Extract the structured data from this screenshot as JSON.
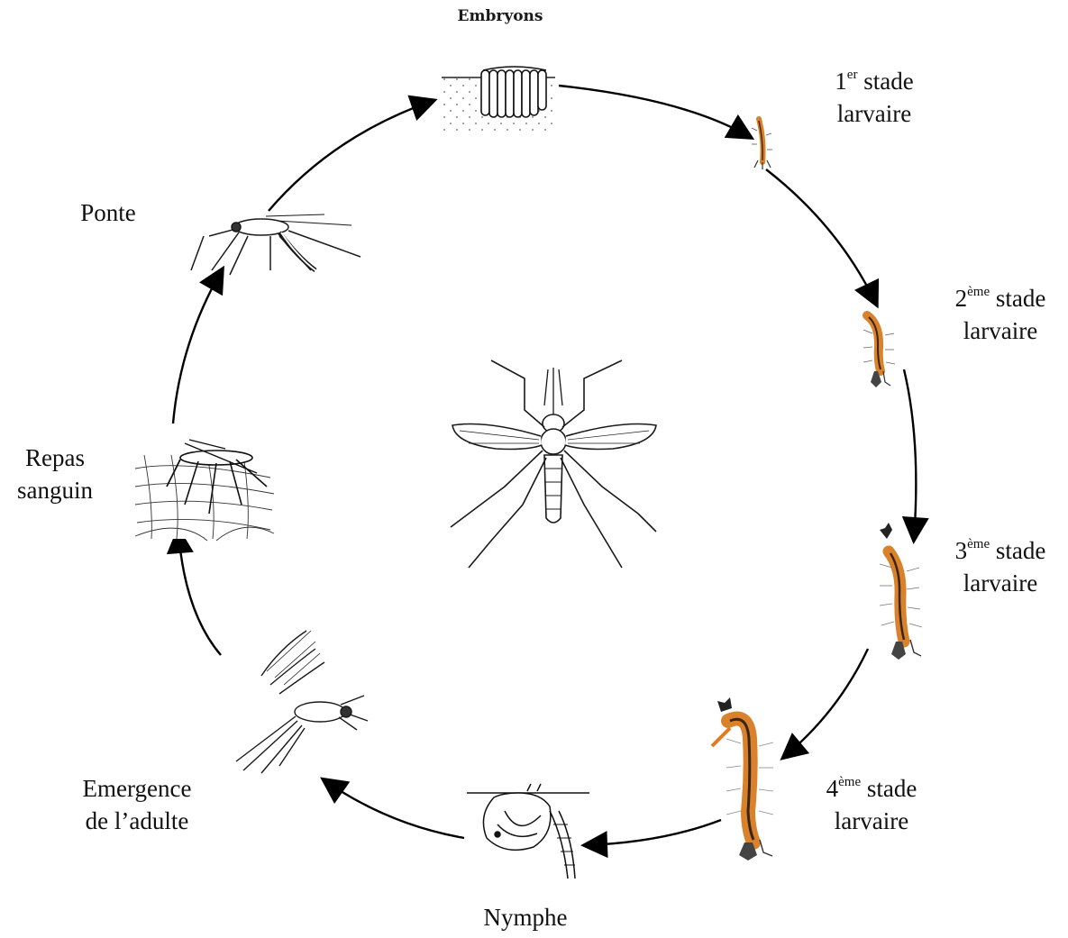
{
  "title": "Embryons",
  "stages": {
    "larva1": {
      "num": "1",
      "sup": "er",
      "word": "stade",
      "line2": "larvaire"
    },
    "larva2": {
      "num": "2",
      "sup": "ème",
      "word": "stade",
      "line2": "larvaire"
    },
    "larva3": {
      "num": "3",
      "sup": "ème",
      "word": "stade",
      "line2": "larvaire"
    },
    "larva4": {
      "num": "4",
      "sup": "ème",
      "word": "stade",
      "line2": "larvaire"
    },
    "nymphe": "Nymphe",
    "emergence": {
      "line1": "Emergence",
      "line2": "de l’adulte"
    },
    "repas": {
      "line1": "Repas",
      "line2": "sanguin"
    },
    "ponte": "Ponte"
  },
  "colors": {
    "arrow": "#000000",
    "larva_body": "#d9822b",
    "larva_gut": "#3a2412",
    "sketch": "#1a1a1a"
  }
}
